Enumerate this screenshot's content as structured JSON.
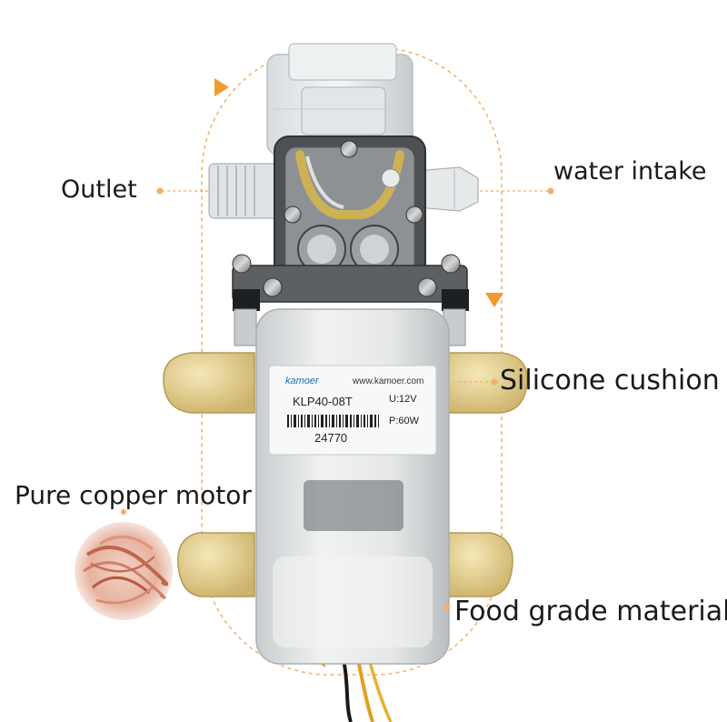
{
  "callouts": {
    "outlet": "Outlet",
    "water_intake": "water intake",
    "silicone_cushion": "Silicone cushion",
    "pure_copper_motor": "Pure copper motor",
    "food_grade_material": "Food grade material"
  },
  "product_label": {
    "brand": "kamoer",
    "website": "www.kamoer.com",
    "model": "KLP40-08T",
    "voltage": "U:12V",
    "power": "P:60W",
    "serial": "24770"
  },
  "colors": {
    "guide_line": "#f3b06a",
    "arrow": "#f39a2e",
    "cushion": "#e8d49a",
    "motor_body": "#e4e6e6",
    "copper": "#d98c74"
  }
}
